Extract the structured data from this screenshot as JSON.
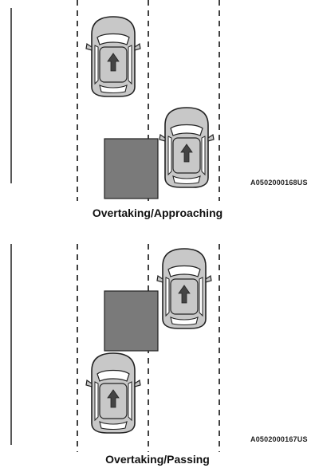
{
  "colors": {
    "car_body": "#c8c8c8",
    "car_window": "#ffffff",
    "car_outline": "#222222",
    "blind_zone": "#7a7a7a",
    "lane_line": "#111111",
    "road_edge": "#111111"
  },
  "icons": {
    "car": "car-top-view-icon",
    "direction": "up-arrow-icon"
  },
  "panels": [
    {
      "name": "overtaking-approaching",
      "caption": "Overtaking/Approaching",
      "figure_code": "A0502000168US"
    },
    {
      "name": "overtaking-passing",
      "caption": "Overtaking/Passing",
      "figure_code": "A0502000167US"
    }
  ]
}
